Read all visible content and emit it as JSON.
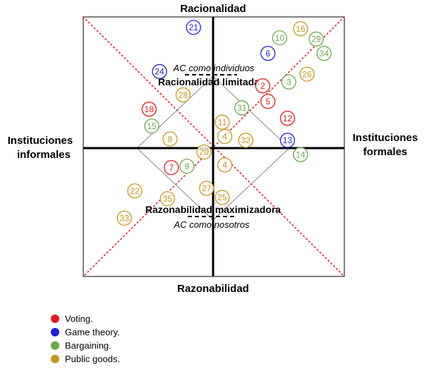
{
  "axes": {
    "top": "Racionalidad",
    "bottom": "Razonabilidad",
    "left": [
      "Instituciones",
      "informales"
    ],
    "right": [
      "Instituciones",
      "formales"
    ]
  },
  "zones": {
    "upper": {
      "title": "Racionalidad limitada",
      "subtitle": "AC como individuos"
    },
    "lower": {
      "title": "Razonabilidad maximizadora",
      "subtitle": "AC como nosotros"
    }
  },
  "colors": {
    "Voting": "#e41a1c",
    "Game theory": "#1f1fe0",
    "Bargaining": "#6aaa4b",
    "Public goods": "#c8961e"
  },
  "legend": [
    {
      "key": "Voting",
      "label": "Voting."
    },
    {
      "key": "Game theory",
      "label": "Game theory."
    },
    {
      "key": "Bargaining",
      "label": "Bargaining."
    },
    {
      "key": "Public goods",
      "label": "Public goods."
    }
  ],
  "points": [
    {
      "label": "21",
      "cat": "Game theory",
      "x": -0.15,
      "y": 0.93
    },
    {
      "label": "6",
      "cat": "Game theory",
      "x": 0.42,
      "y": 0.73
    },
    {
      "label": "24",
      "cat": "Game theory",
      "x": -0.41,
      "y": 0.59
    },
    {
      "label": "13",
      "cat": "Game theory",
      "x": 0.57,
      "y": 0.06
    },
    {
      "label": "10",
      "cat": "Bargaining",
      "x": 0.51,
      "y": 0.85
    },
    {
      "label": "29",
      "cat": "Bargaining",
      "x": 0.79,
      "y": 0.84
    },
    {
      "label": "34",
      "cat": "Bargaining",
      "x": 0.85,
      "y": 0.73
    },
    {
      "label": "3",
      "cat": "Bargaining",
      "x": 0.58,
      "y": 0.51
    },
    {
      "label": "31",
      "cat": "Bargaining",
      "x": 0.22,
      "y": 0.31
    },
    {
      "label": "15",
      "cat": "Bargaining",
      "x": -0.47,
      "y": 0.17
    },
    {
      "label": "14",
      "cat": "Bargaining",
      "x": 0.67,
      "y": -0.05
    },
    {
      "label": "9",
      "cat": "Bargaining",
      "x": -0.2,
      "y": -0.14
    },
    {
      "label": "16",
      "cat": "Public goods",
      "x": 0.67,
      "y": 0.92
    },
    {
      "label": "26",
      "cat": "Public goods",
      "x": 0.72,
      "y": 0.57
    },
    {
      "label": "28",
      "cat": "Public goods",
      "x": -0.23,
      "y": 0.41
    },
    {
      "label": "11",
      "cat": "Public goods",
      "x": 0.07,
      "y": 0.2
    },
    {
      "label": "4",
      "cat": "Public goods",
      "x": 0.09,
      "y": 0.09
    },
    {
      "label": "32",
      "cat": "Public goods",
      "x": 0.25,
      "y": 0.06
    },
    {
      "label": "8",
      "cat": "Public goods",
      "x": -0.33,
      "y": 0.07
    },
    {
      "label": "20",
      "cat": "Public goods",
      "x": -0.07,
      "y": -0.03
    },
    {
      "label": "4",
      "cat": "Public goods",
      "x": 0.09,
      "y": -0.13
    },
    {
      "label": "27",
      "cat": "Public goods",
      "x": -0.05,
      "y": -0.31
    },
    {
      "label": "25",
      "cat": "Public goods",
      "x": 0.07,
      "y": -0.38
    },
    {
      "label": "22",
      "cat": "Public goods",
      "x": -0.6,
      "y": -0.33
    },
    {
      "label": "35",
      "cat": "Public goods",
      "x": -0.35,
      "y": -0.39
    },
    {
      "label": "33",
      "cat": "Public goods",
      "x": -0.68,
      "y": -0.54
    },
    {
      "label": "2",
      "cat": "Voting",
      "x": 0.38,
      "y": 0.48
    },
    {
      "label": "5",
      "cat": "Voting",
      "x": 0.42,
      "y": 0.36
    },
    {
      "label": "12",
      "cat": "Voting",
      "x": 0.57,
      "y": 0.23
    },
    {
      "label": "18",
      "cat": "Voting",
      "x": -0.49,
      "y": 0.3
    },
    {
      "label": "7",
      "cat": "Voting",
      "x": -0.32,
      "y": -0.15
    }
  ]
}
